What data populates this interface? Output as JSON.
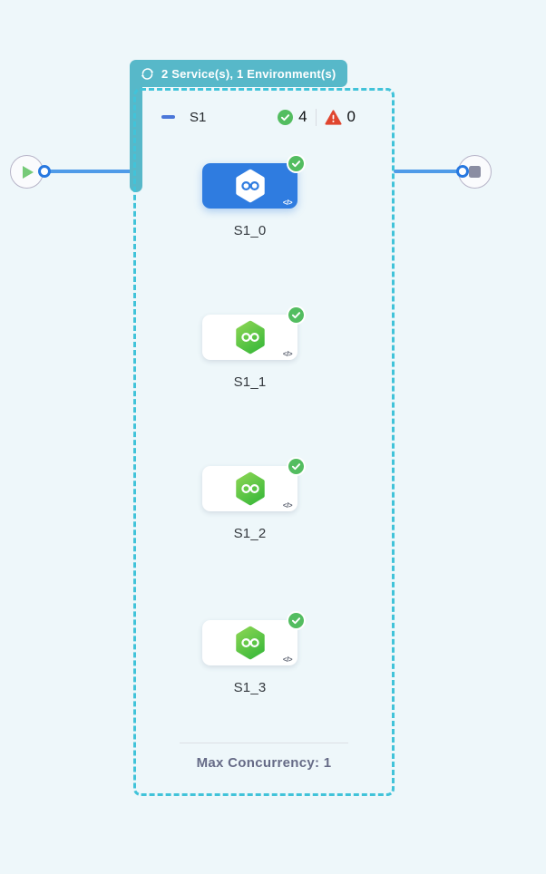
{
  "badge": {
    "icon": "loop-icon",
    "label": "2 Service(s), 1 Environment(s)"
  },
  "stage": {
    "title": "S1",
    "success_count": "4",
    "error_count": "0",
    "footer_label": "Max Concurrency: 1"
  },
  "nodes": [
    {
      "label": "S1_0",
      "selected": true,
      "status": "success"
    },
    {
      "label": "S1_1",
      "selected": false,
      "status": "success"
    },
    {
      "label": "S1_2",
      "selected": false,
      "status": "success"
    },
    {
      "label": "S1_3",
      "selected": false,
      "status": "success"
    }
  ],
  "icons": {
    "code": "</>"
  },
  "start_node": {
    "icon": "play-icon"
  },
  "end_node": {
    "icon": "stop-icon"
  },
  "colors": {
    "background": "#EEF7FA",
    "badge_teal": "#57B8C9",
    "dashed_border": "#41C3D9",
    "edge_blue": "#4F9BE8",
    "selected_card_blue": "#2F7CE0",
    "service_green_light": "#8AD553",
    "service_green_dark": "#43BC3D",
    "success_green": "#53BD60",
    "error_red": "#E0462F",
    "play_green": "#76CA78",
    "stop_gray": "#8A8DA2"
  }
}
